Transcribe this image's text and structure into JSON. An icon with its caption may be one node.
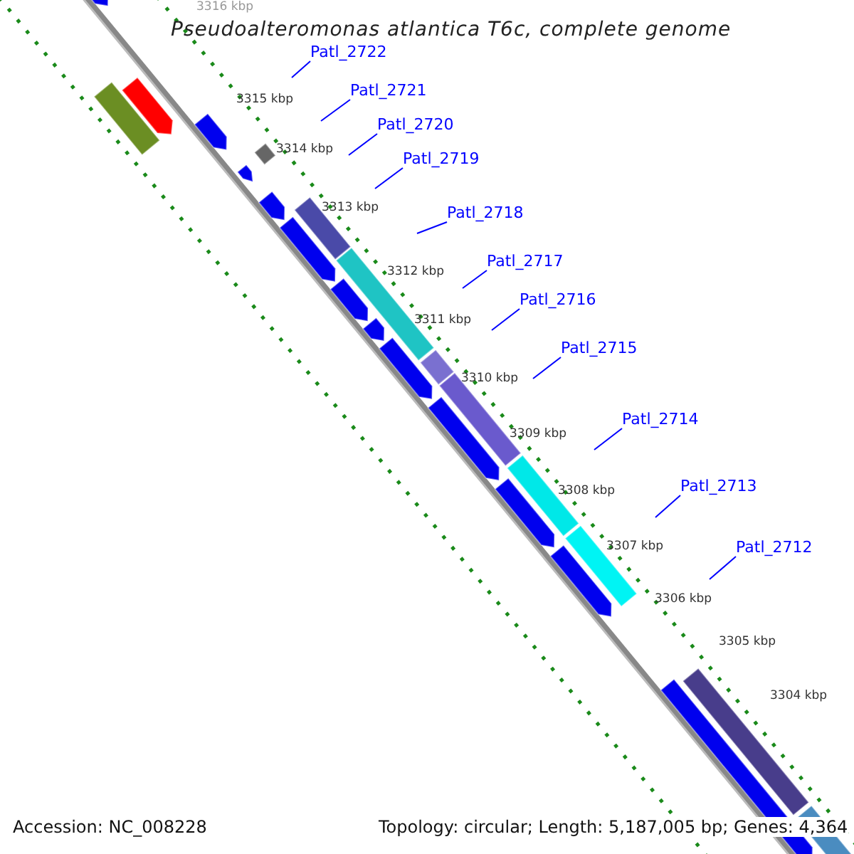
{
  "diagram": {
    "title": "Pseudoalteromonas atlantica T6c, complete genome",
    "nodes": [
      {
        "text": [
          "Patl_2722"
        ]
      },
      {
        "text": [
          "Patl_2721"
        ]
      },
      {
        "text": [
          "Patl_2720"
        ]
      },
      {
        "text": [
          "Patl_2719"
        ]
      },
      {
        "text": [
          "Patl_2718"
        ]
      },
      {
        "text": [
          "Patl_2717"
        ]
      },
      {
        "text": [
          "Patl_2716"
        ]
      },
      {
        "text": [
          "Patl_2715"
        ]
      },
      {
        "text": [
          "Patl_2714"
        ]
      },
      {
        "text": [
          "Patl_2713"
        ]
      },
      {
        "text": [
          "Patl_2712"
        ]
      }
    ],
    "edges": [
      {
        "from": 0,
        "to": null,
        "arrow": "none"
      },
      {
        "from": 1,
        "to": null,
        "arrow": "none"
      },
      {
        "from": 2,
        "to": null,
        "arrow": "none"
      },
      {
        "from": 3,
        "to": null,
        "arrow": "none"
      },
      {
        "from": 4,
        "to": null,
        "arrow": "none"
      },
      {
        "from": 5,
        "to": null,
        "arrow": "none"
      },
      {
        "from": 6,
        "to": null,
        "arrow": "none"
      },
      {
        "from": 7,
        "to": null,
        "arrow": "none"
      },
      {
        "from": 8,
        "to": null,
        "arrow": "none"
      },
      {
        "from": 9,
        "to": null,
        "arrow": "none"
      },
      {
        "from": 10,
        "to": null,
        "arrow": "none"
      }
    ],
    "labels": [
      "3316 kbp",
      "3315 kbp",
      "3314 kbp",
      "3313 kbp",
      "3312 kbp",
      "3311 kbp",
      "3310 kbp",
      "3309 kbp",
      "3308 kbp",
      "3307 kbp",
      "3306 kbp",
      "3305 kbp",
      "3304 kbp",
      "Accession: NC_008228",
      "Topology: circular; Length: 5,187,005 bp; Genes: 4,364"
    ]
  }
}
